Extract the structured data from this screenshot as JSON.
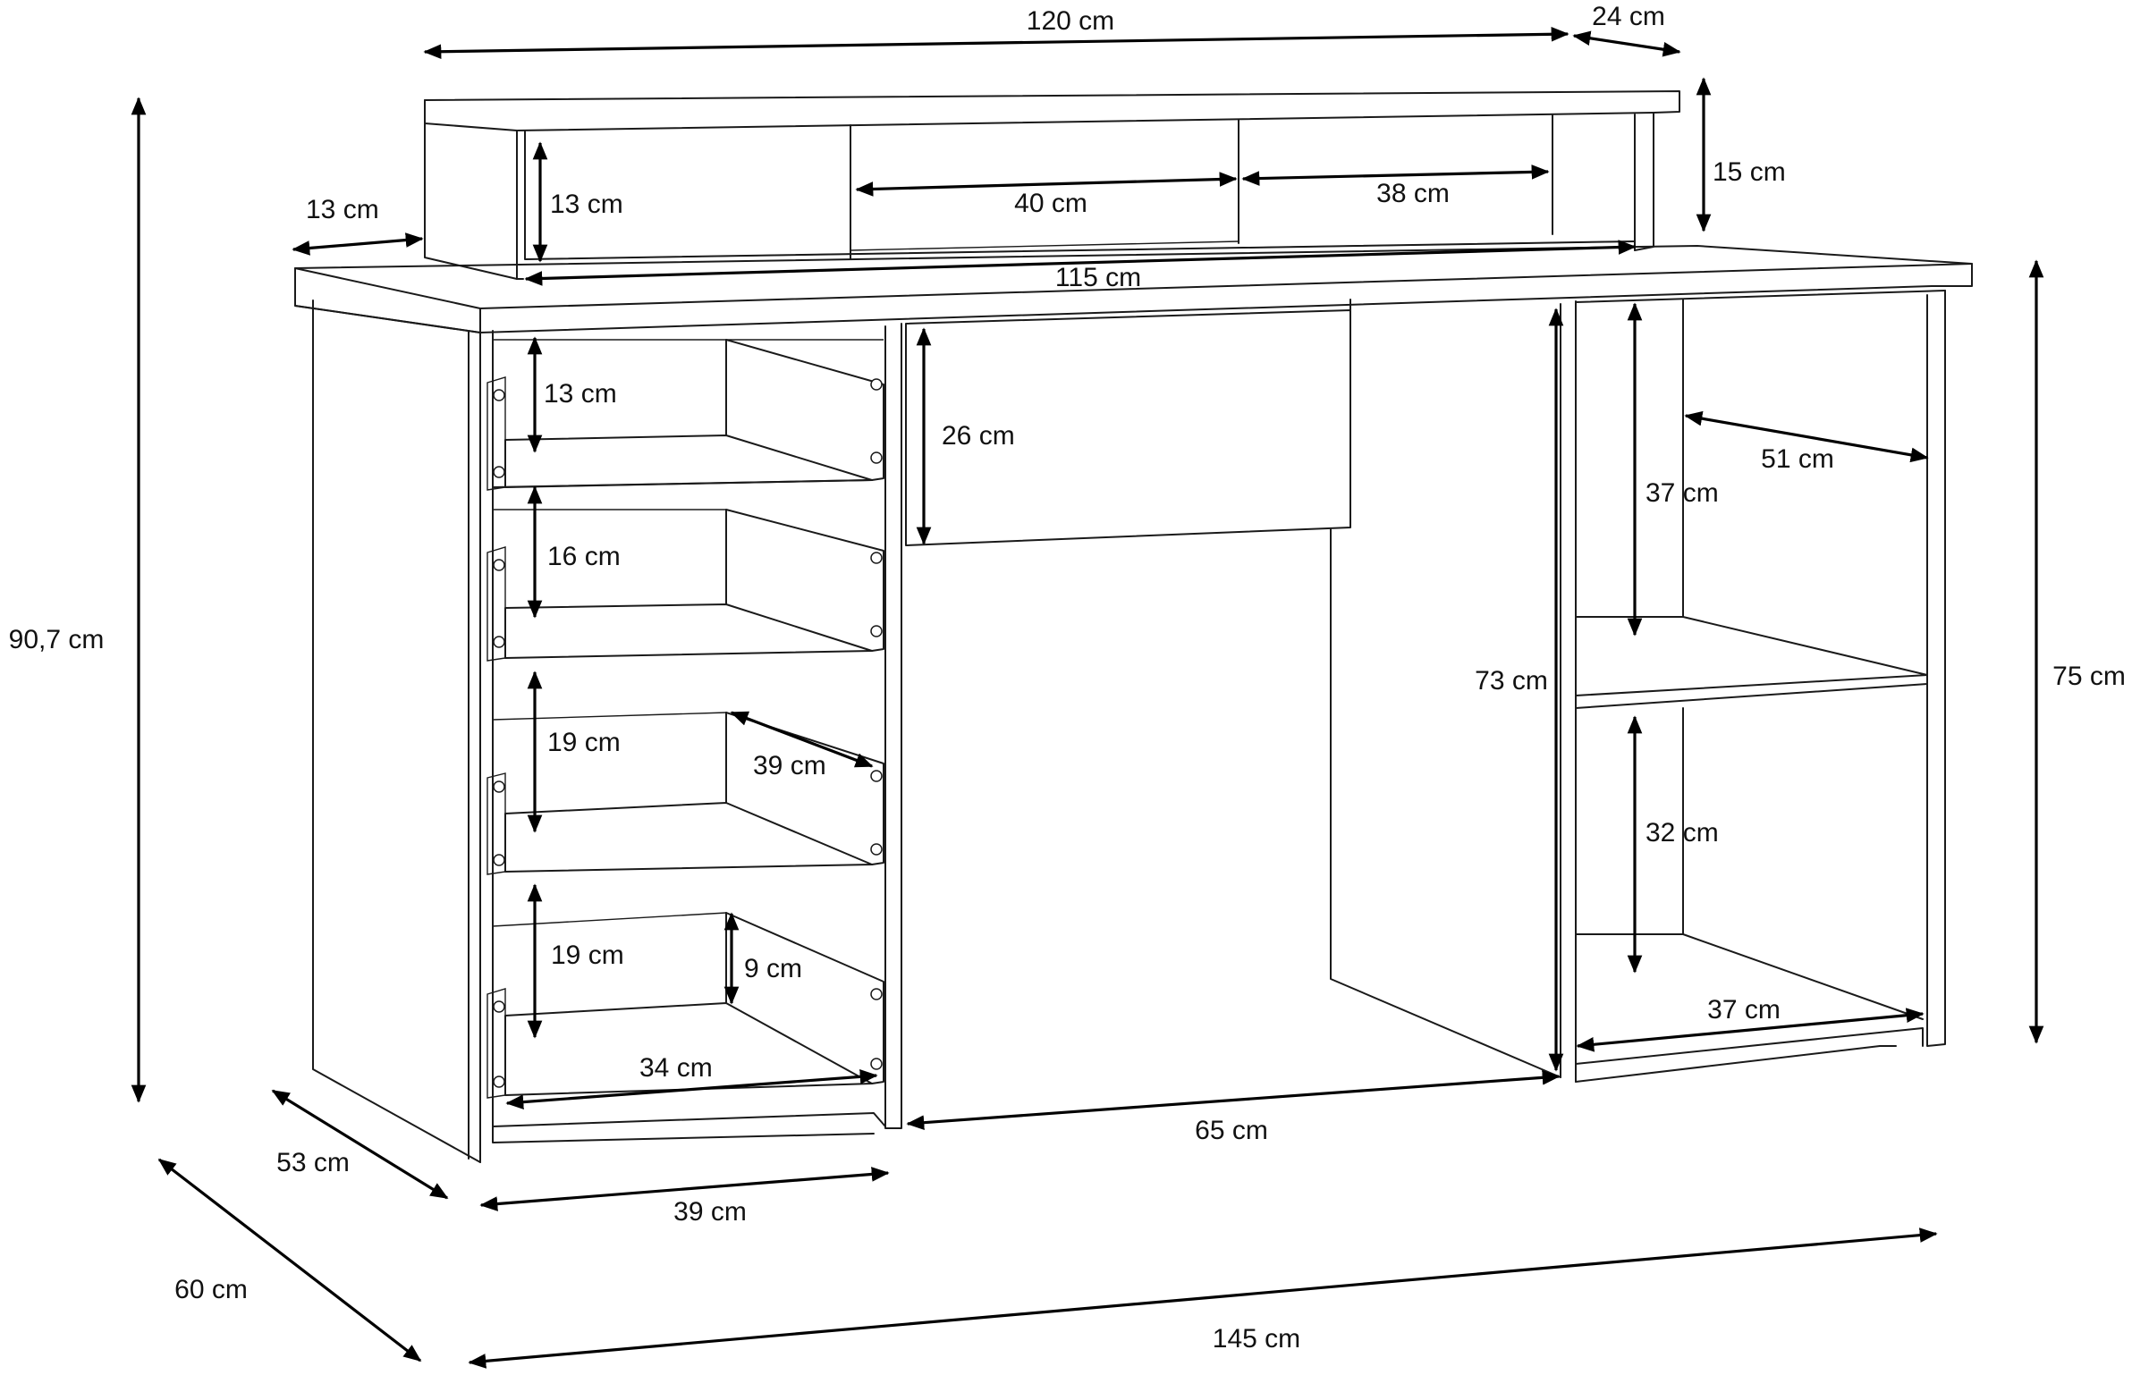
{
  "dimensions": {
    "top_width": "120 cm",
    "top_depth": "24 cm",
    "top_height": "15 cm",
    "top_side_offset": "13 cm",
    "top_shelf_height": "13 cm",
    "top_left_compartment": "40 cm",
    "top_right_compartment": "38 cm",
    "top_inner_width": "115 cm",
    "total_height": "90,7 cm",
    "desk_height": "75 cm",
    "drawer1_height": "13 cm",
    "drawer2_height": "16 cm",
    "drawer3_height": "19 cm",
    "drawer3_depth": "39 cm",
    "drawer4_height": "19 cm",
    "drawer4_inner_height": "9 cm",
    "drawer4_width": "34 cm",
    "center_drawer_height": "26 cm",
    "legroom_height": "73 cm",
    "legroom_width": "65 cm",
    "shelf_depth": "51 cm",
    "shelf_upper_height": "37 cm",
    "shelf_lower_height": "32 cm",
    "shelf_width": "37 cm",
    "side_depth": "53 cm",
    "total_depth": "60 cm",
    "drawer_unit_width": "39 cm",
    "total_width": "145 cm"
  }
}
